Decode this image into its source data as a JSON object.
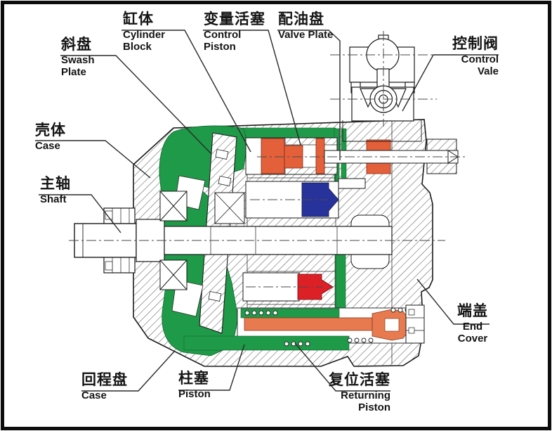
{
  "diagram": {
    "subject": "axial piston pump cross-section",
    "colors": {
      "green": "#1f9a48",
      "orange": "#e4603a",
      "orange_light": "#e87a50",
      "blue": "#27339b",
      "red": "#dd1f26",
      "line": "#1a1a1a"
    }
  },
  "labels": {
    "swash_plate": {
      "cn": "斜盘",
      "en1": "Swash",
      "en2": "Plate"
    },
    "cylinder_block": {
      "cn": "缸体",
      "en1": "Cylinder",
      "en2": "Block"
    },
    "control_piston": {
      "cn": "变量活塞",
      "en1": "Control",
      "en2": "Piston"
    },
    "valve_plate": {
      "cn": "配油盘",
      "en1": "Valve Plate",
      "en2": ""
    },
    "control_valve": {
      "cn": "控制阀",
      "en1": "Control",
      "en2": "Vale"
    },
    "case": {
      "cn": "壳体",
      "en1": "Case",
      "en2": ""
    },
    "shaft": {
      "cn": "主轴",
      "en1": "Shaft",
      "en2": ""
    },
    "return_plate": {
      "cn": "回程盘",
      "en1": "Case",
      "en2": ""
    },
    "piston": {
      "cn": "柱塞",
      "en1": "Piston",
      "en2": ""
    },
    "returning_piston": {
      "cn": "复位活塞",
      "en1": "Returning",
      "en2": "Piston"
    },
    "end_cover": {
      "cn": "端盖",
      "en1": "End",
      "en2": "Cover"
    }
  }
}
